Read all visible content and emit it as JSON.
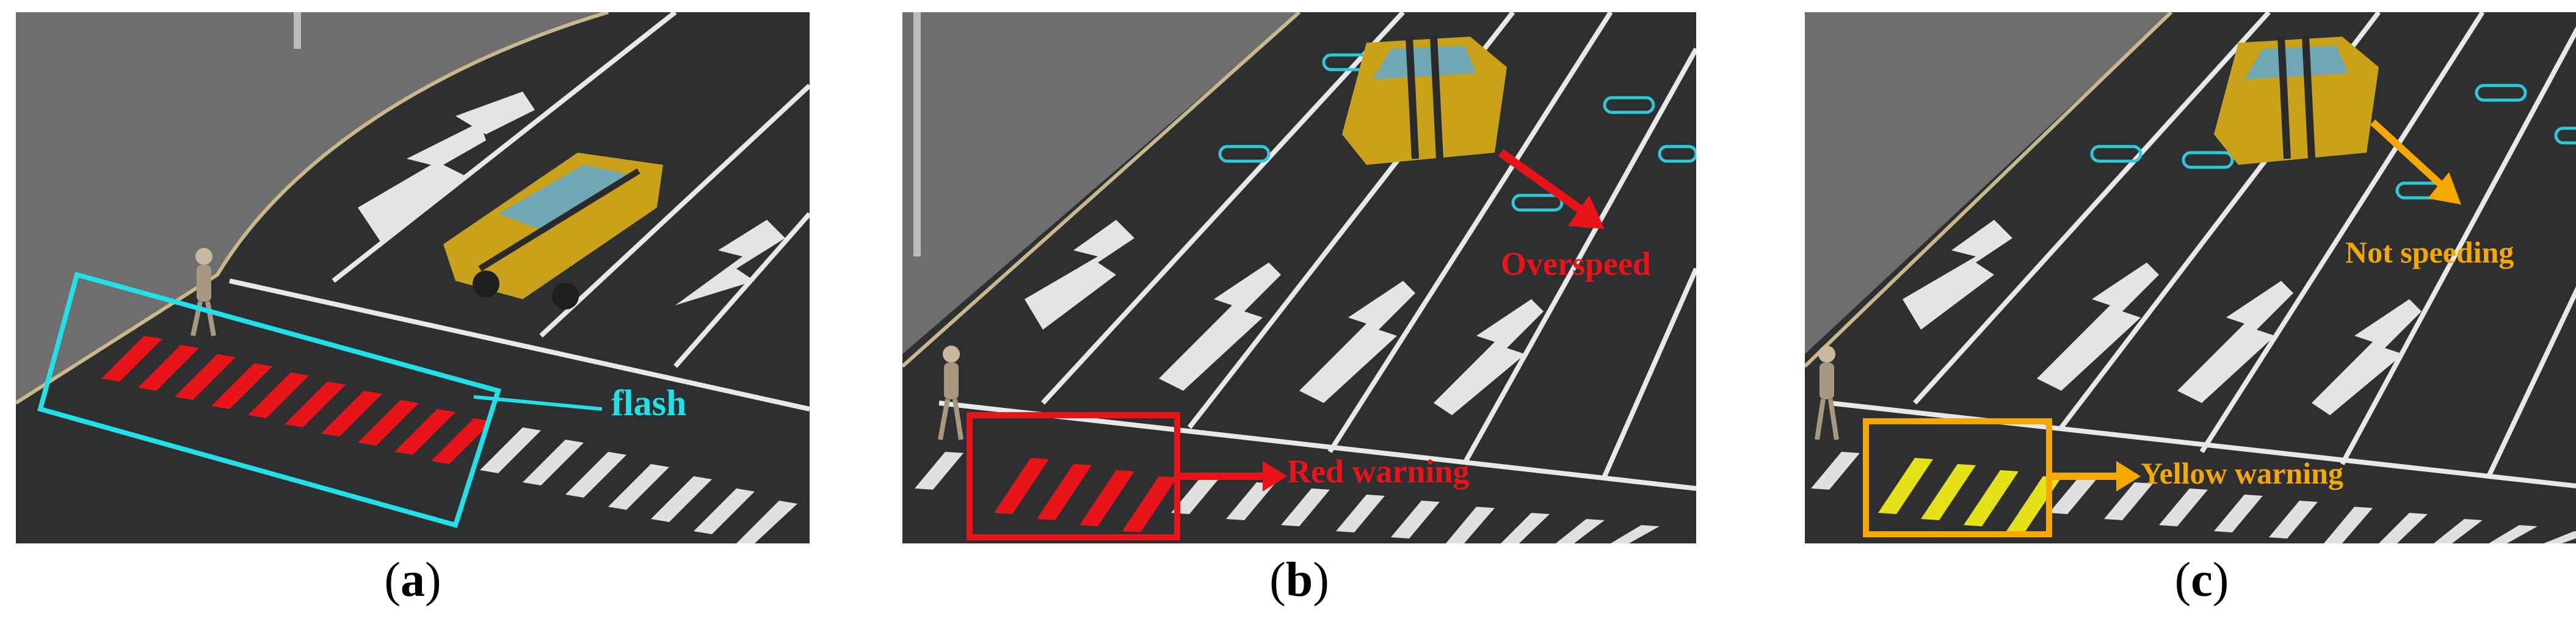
{
  "panels": [
    {
      "caption_open": "(",
      "caption_letter": "a",
      "caption_close": ")",
      "annotation": "flash",
      "annotation_color": "#22E0E8",
      "crosswalk_color": "#E8141A"
    },
    {
      "caption_open": "(",
      "caption_letter": "b",
      "caption_close": ")",
      "speed_label": "Overspeed",
      "warning_label": "Red warning",
      "annotation_color": "#E8141A",
      "crosswalk_color": "#E8141A"
    },
    {
      "caption_open": "(",
      "caption_letter": "c",
      "caption_close": ")",
      "speed_label": "Not speeding",
      "warning_label": "Yellow warning",
      "annotation_color": "#F5A800",
      "crosswalk_color": "#E6E21A"
    }
  ],
  "colors": {
    "road": "#2E2F31",
    "sidewalk": "#6E6E6E",
    "lane_marking": "#E8E8E8",
    "car_body": "#C9A21A",
    "detector_loop": "#2FC8D8"
  },
  "icons": [
    "pedestrian-icon",
    "car-icon",
    "arrow-icon",
    "detector-loop-icon"
  ]
}
